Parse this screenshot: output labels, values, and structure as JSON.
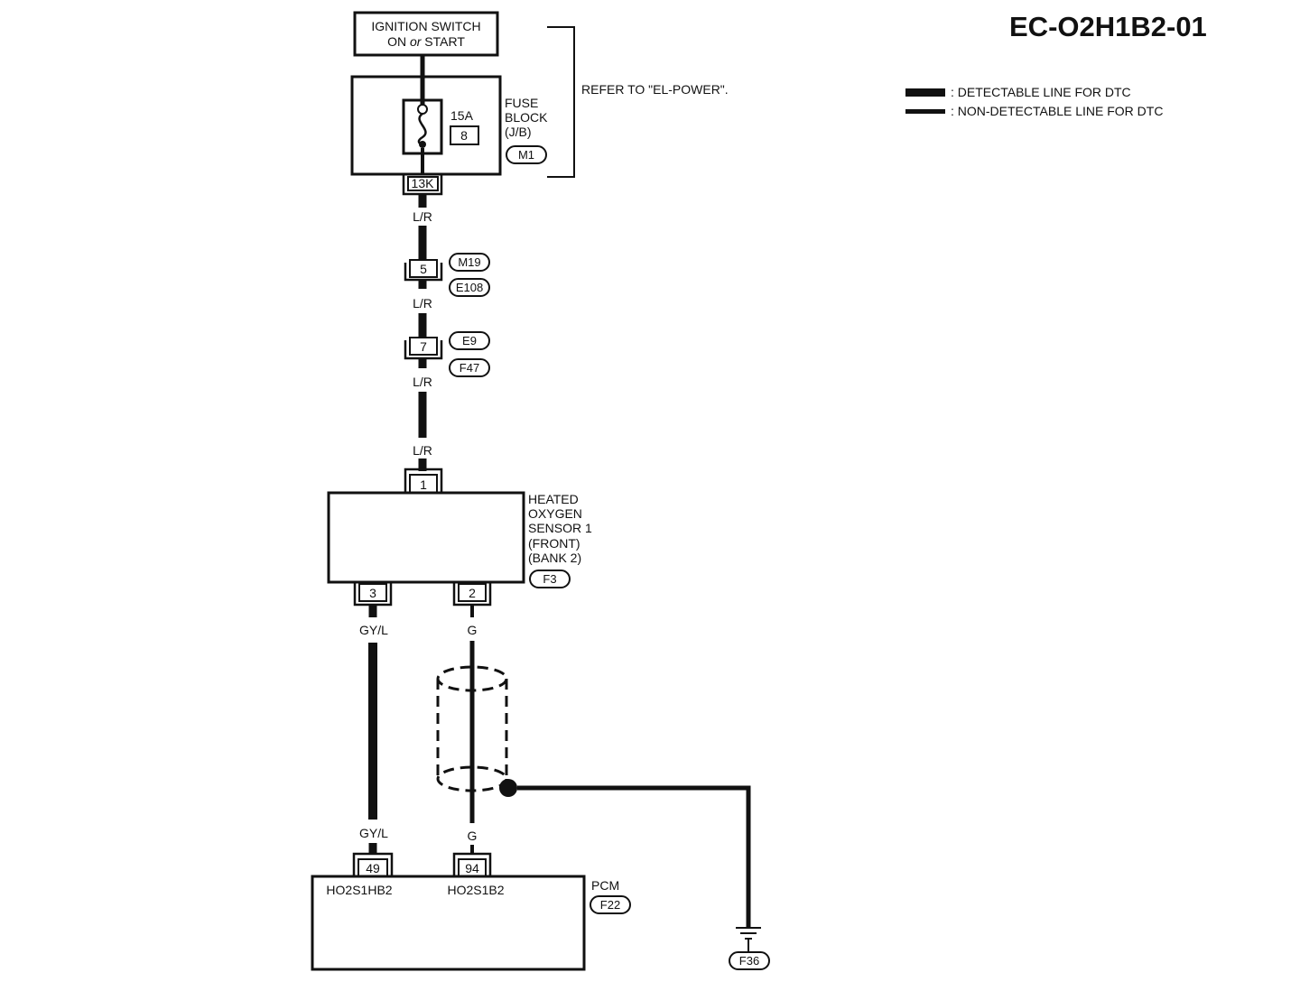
{
  "diagram_id": "EC-O2H1B2-01",
  "legend": {
    "detectable": ": DETECTABLE LINE FOR DTC",
    "non_detectable": ": NON-DETECTABLE LINE FOR DTC"
  },
  "ignition_switch": {
    "line1": "IGNITION SWITCH",
    "line2_a": "ON ",
    "line2_b": "or",
    "line2_c": " START"
  },
  "fuse_block": {
    "line1": "FUSE",
    "line2": "BLOCK",
    "line3": "(J/B)",
    "fuse_rating": "15A",
    "fuse_number": "8",
    "connector": "M1",
    "terminal": "13K"
  },
  "refer_note": "REFER TO \"EL-POWER\".",
  "wires": {
    "lr": "L/R",
    "gyl": "GY/L",
    "g": "G"
  },
  "junction_1": {
    "pin": "5",
    "conn_a": "M19",
    "conn_b": "E108"
  },
  "junction_2": {
    "pin": "7",
    "conn_a": "E9",
    "conn_b": "F47"
  },
  "sensor": {
    "line1": "HEATED",
    "line2": "OXYGEN",
    "line3": "SENSOR 1",
    "line4": "(FRONT)",
    "line5": "(BANK 2)",
    "connector": "F3",
    "pin_top": "1",
    "pin_left": "3",
    "pin_right": "2"
  },
  "pcm": {
    "name": "PCM",
    "connector": "F22",
    "pin_left": "49",
    "pin_right": "94",
    "signal_left": "HO2S1HB2",
    "signal_right": "HO2S1B2"
  },
  "ground": {
    "connector": "F36"
  }
}
